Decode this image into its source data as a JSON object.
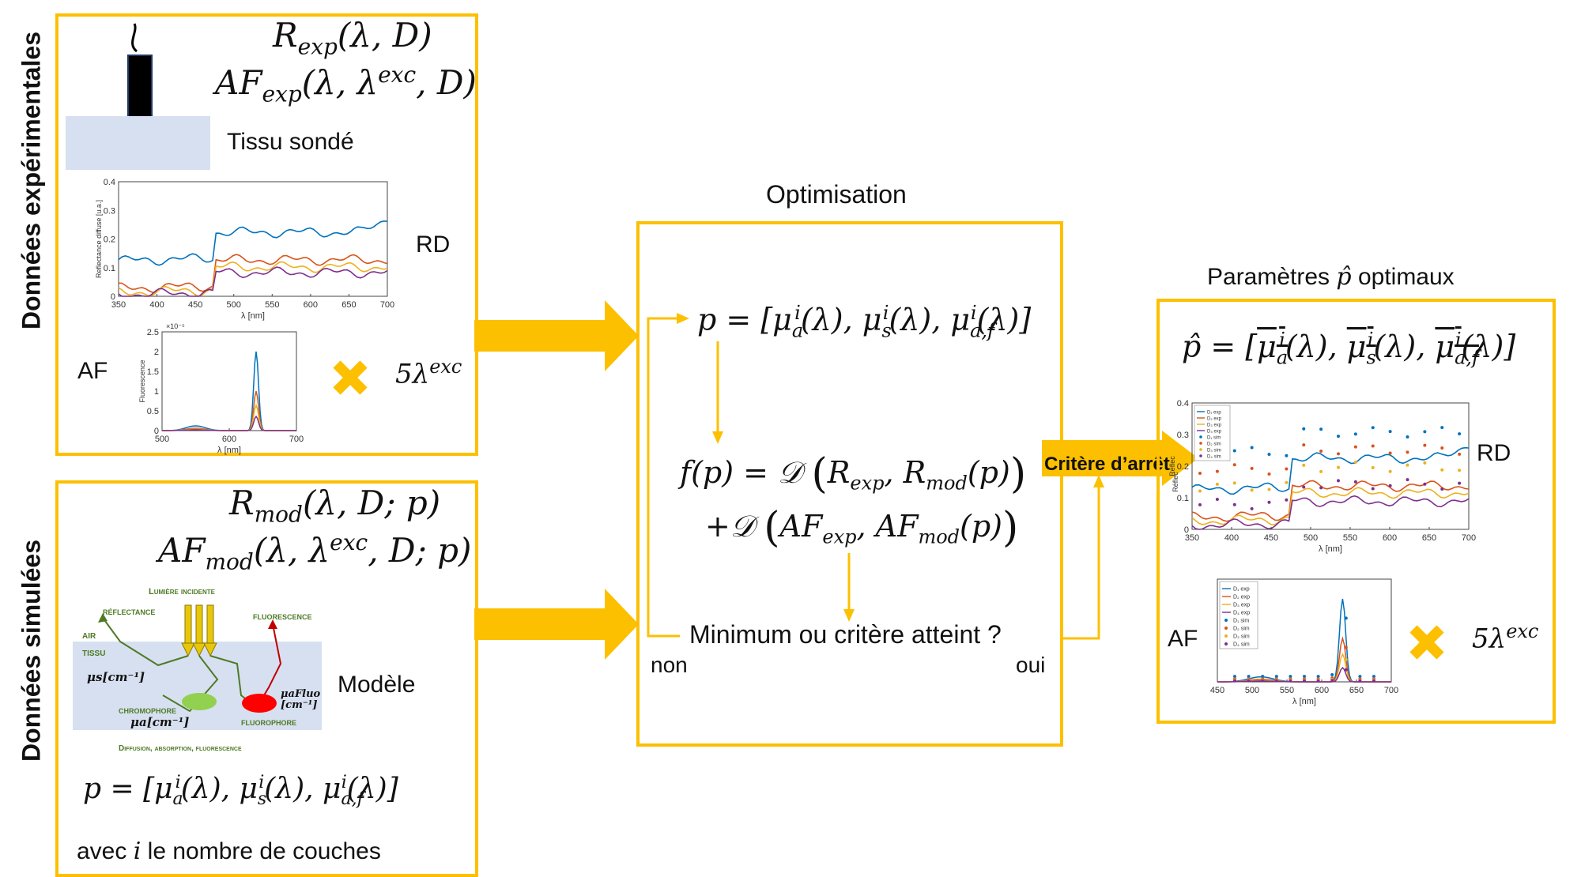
{
  "labels": {
    "donnees_exp": "Données expérimentales",
    "donnees_sim": "Données simulées",
    "tissu_sonde": "Tissu sondé",
    "rd": "RD",
    "af": "AF",
    "cinq_lambda": "5λ",
    "exc": "exc",
    "optimisation": "Optimisation",
    "parametres": "Paramètres p̂ optimaux",
    "critere": "Critère d’arrêt",
    "minimum": "Minimum ou critère atteint ?",
    "non": "non",
    "oui": "oui",
    "modele": "Modèle",
    "avec": "avec",
    "i": "i",
    "nombre_couches": "le nombre de couches"
  },
  "equations": {
    "r_exp": "R_exp(λ, D)",
    "af_exp": "AF_exp(λ, λ^exc, D)",
    "r_mod": "R_mod(λ, D; p)",
    "af_mod": "AF_mod(λ, λ^exc, D; p)",
    "p_sim": "p = [μ_a^i(λ), μ_s^i(λ), μ_a,f^i(λ)]",
    "p_opt": "p = [μ_a^i(λ), μ_s^i(λ), μ_a,f^i(λ)]",
    "f_line1": "f(p) = 𝒟 ( R_exp , R_mod(p) )",
    "f_line2": "+𝒟 ( AF_exp , AF_mod(p) )",
    "p_hat": "p̂ = [μ_a^i(λ), μ_s^i(λ), μ_a,f^i(λ)]"
  },
  "model_figure": {
    "lumiere": "Lumière incidente",
    "reflectance": "Réflectance",
    "fluorescence": "Fluorescence",
    "air": "AIR",
    "tissu": "TISSU",
    "mu_s": "μs[cm⁻¹]",
    "mu_a": "μa[cm⁻¹]",
    "mu_afluo_top": "μaFluo",
    "mu_afluo_bot": "[cm⁻¹]",
    "chromophore": "Chromophore",
    "fluorophore": "Fluorophore",
    "diffusion": "Diffusion, absorption, fluorescence"
  },
  "plots": {
    "rd_exp": {
      "ylabel": "Reflectance diffuse [u.a.]",
      "xlabel": "λ [nm]",
      "xticks": [
        "350",
        "400",
        "450",
        "500",
        "550",
        "600",
        "650",
        "700"
      ],
      "yticks": [
        "0",
        "0.1",
        "0.2",
        "0.3",
        "0.4"
      ]
    },
    "af_exp": {
      "ylabel": "Fluorescence",
      "xlabel": "λ [nm]",
      "xticks": [
        "500",
        "600",
        "700"
      ],
      "yticks": [
        "0",
        "0.5",
        "1",
        "1.5",
        "2",
        "2.5"
      ],
      "exp": "×10⁻⁵"
    },
    "rd_opt": {
      "ylabel": "Réflec",
      "xlabel": "λ [nm]",
      "xticks": [
        "350",
        "400",
        "450",
        "500",
        "550",
        "600",
        "650",
        "700"
      ],
      "yticks": [
        "0",
        "0.1",
        "0.2",
        "0.3",
        "0.4"
      ],
      "legend": [
        "D₁ exp",
        "D₂ exp",
        "D₃ exp",
        "D₄ exp",
        "D₁ sim",
        "D₂ sim",
        "D₃ sim",
        "D₄ sim"
      ]
    },
    "af_opt": {
      "xlabel": "λ [nm]",
      "xticks": [
        "450",
        "500",
        "550",
        "600",
        "650",
        "700"
      ],
      "legend": [
        "D₁ exp",
        "D₂ exp",
        "D₃ exp",
        "D₄ exp",
        "D₁ sim",
        "D₂ sim",
        "D₃ sim",
        "D₄ sim"
      ]
    }
  },
  "colors": {
    "accent": "#fcc000",
    "blue": "#0072bd",
    "orange": "#d95319",
    "yellow": "#edb120",
    "purple": "#7e2f8e",
    "tissue": "#d7e0f0",
    "green": "#4e7a25"
  }
}
